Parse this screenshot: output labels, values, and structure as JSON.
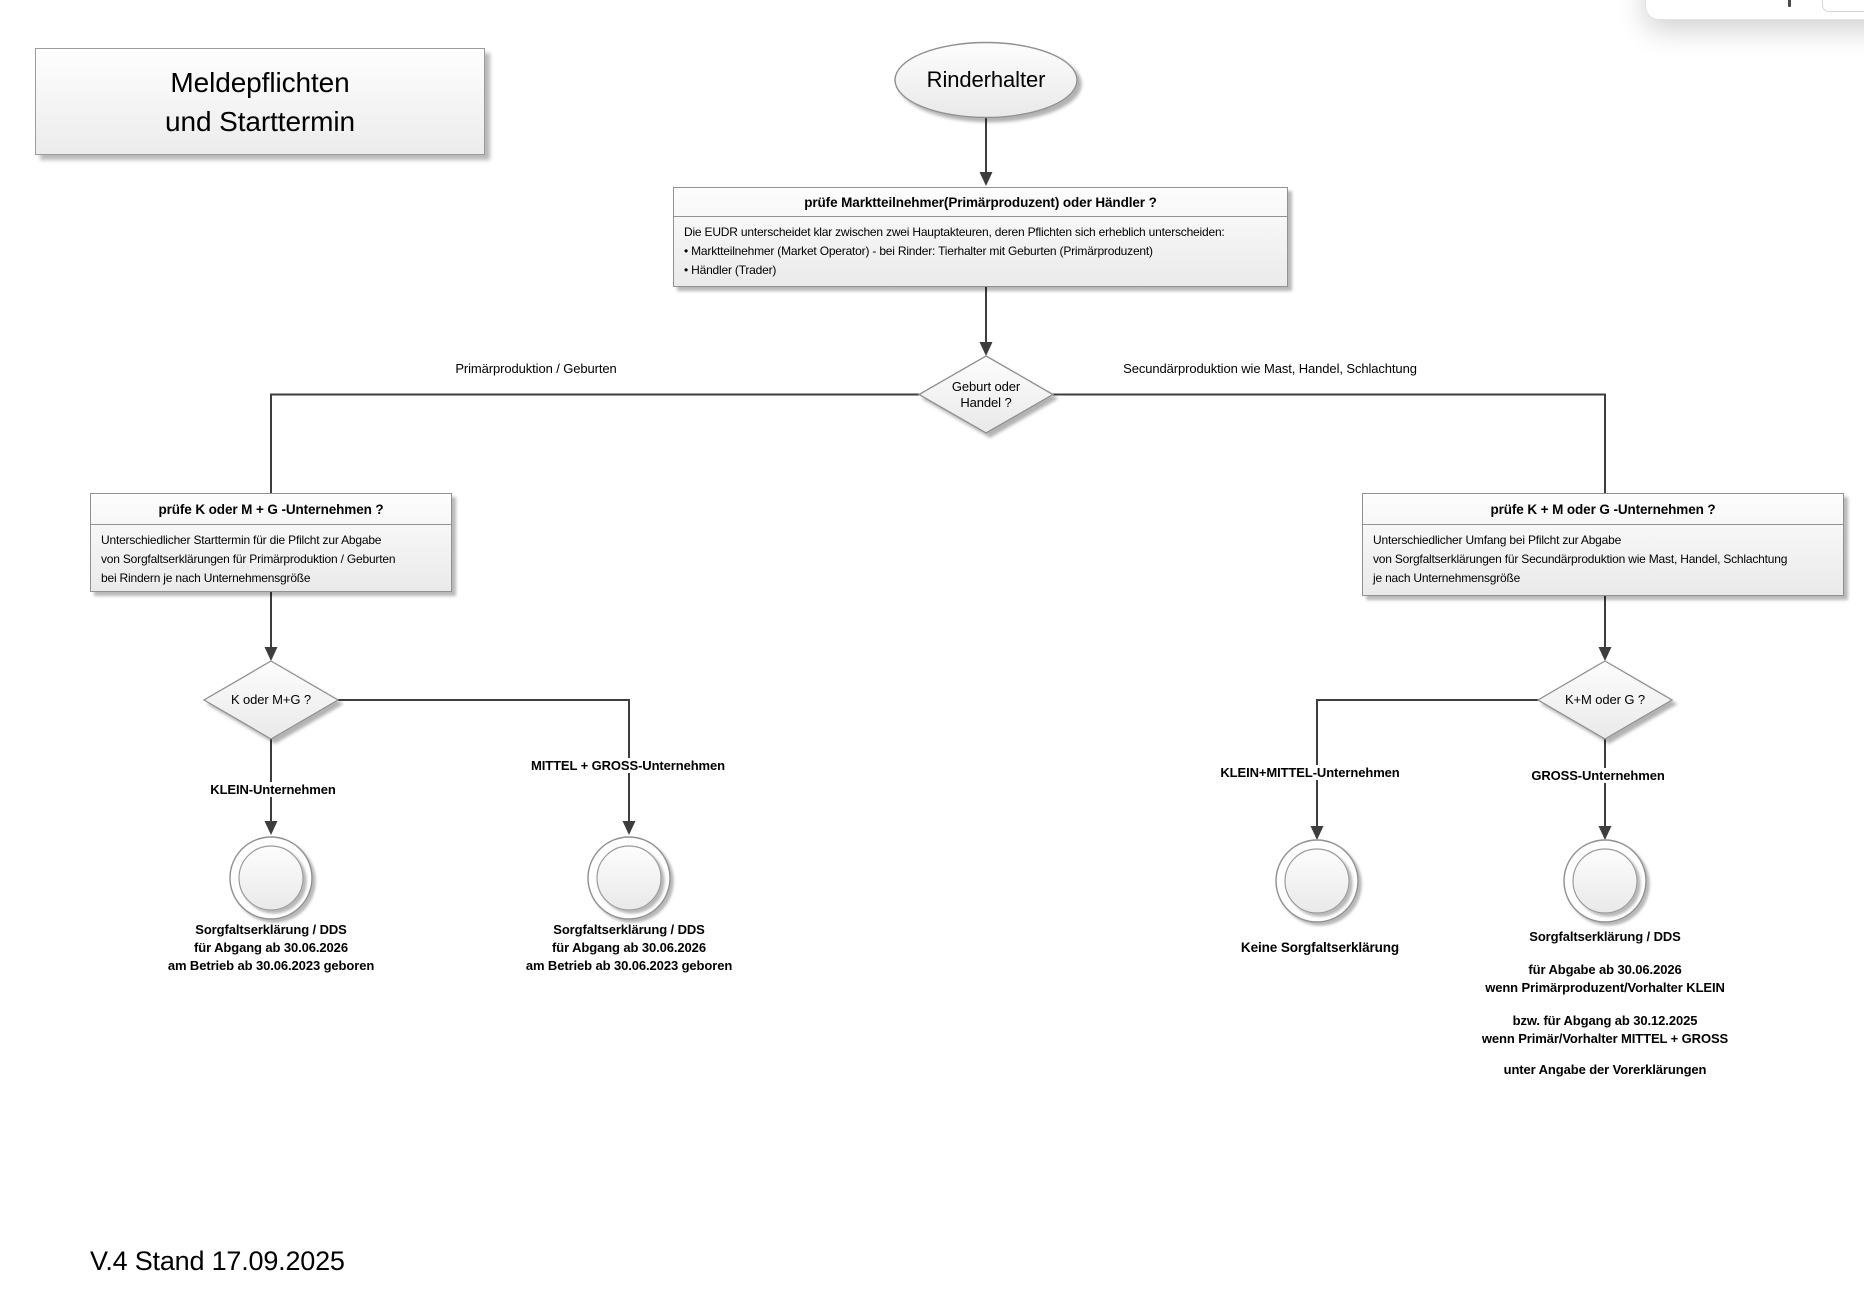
{
  "colors": {
    "line": "#3d3d3d",
    "shape_border": "#8f8f8f",
    "shape_fill_top": "#fdfdfd",
    "shape_fill_bottom": "#e9e9e9",
    "background": "#ffffff",
    "text": "#000000"
  },
  "title_box": {
    "line1": "Meldepflichten",
    "line2": "und Starttermin"
  },
  "start_node": {
    "label": "Rinderhalter"
  },
  "actor_box": {
    "header": "prüfe Marktteilnehmer(Primärproduzent) oder Händler ?",
    "body": [
      "Die EUDR unterscheidet klar zwischen zwei Hauptakteuren, deren Pflichten sich erheblich unterscheiden:",
      "• Marktteilnehmer (Market Operator) - bei Rinder: Tierhalter mit Geburten (Primärproduzent)",
      "• Händler (Trader)"
    ]
  },
  "decision_main": {
    "line1": "Geburt oder",
    "line2": "Handel ?"
  },
  "branch_primary_label": "Primärproduktion / Geburten",
  "branch_secondary_label": "Secundärproduktion wie Mast, Handel, Schlachtung",
  "primary_box": {
    "header": "prüfe K oder M + G -Unternehmen ?",
    "body": [
      "Unterschiedlicher Starttermin für die Pfilcht zur Abgabe",
      "von Sorgfaltserklärungen für Primärproduktion / Geburten",
      "bei Rindern je nach Unternehmensgröße"
    ]
  },
  "secondary_box": {
    "header": "prüfe K + M oder G -Unternehmen ?",
    "body": [
      "Unterschiedlicher Umfang bei Pfilcht zur Abgabe",
      "von Sorgfaltserklärungen für Secundärproduktion wie Mast, Handel, Schlachtung",
      "je nach Unternehmensgröße"
    ]
  },
  "decision_primary": {
    "label": "K oder M+G ?"
  },
  "decision_secondary": {
    "label": "K+M oder G ?"
  },
  "outcome_klein": {
    "label": "KLEIN-Unternehmen",
    "lines": [
      "Sorgfaltserklärung / DDS",
      "für Abgang ab 30.06.2026",
      "am Betrieb ab 30.06.2023 geboren"
    ]
  },
  "outcome_mittel_gross": {
    "label": "MITTEL + GROSS-Unternehmen",
    "lines": [
      "Sorgfaltserklärung / DDS",
      "für Abgang ab 30.06.2026",
      "am Betrieb ab 30.06.2023 geboren"
    ]
  },
  "outcome_klein_mittel": {
    "label": "KLEIN+MITTEL-Unternehmen",
    "lines": [
      "Keine Sorgfaltserklärung"
    ]
  },
  "outcome_gross": {
    "label": "GROSS-Unternehmen",
    "lines": [
      "Sorgfaltserklärung / DDS",
      "für Abgabe ab 30.06.2026",
      "wenn Primärproduzent/Vorhalter KLEIN",
      "bzw. für Abgang ab 30.12.2025",
      "wenn Primär/Vorhalter MITTEL + GROSS",
      "unter Angabe der Vorerklärungen"
    ]
  },
  "footer": {
    "version": "V.4 Stand 17.09.2025"
  }
}
